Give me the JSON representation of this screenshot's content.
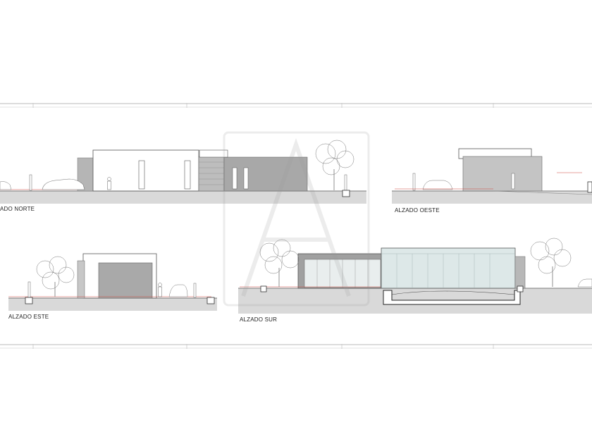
{
  "elevations": {
    "norte": {
      "label": "ADO NORTE"
    },
    "oeste": {
      "label": "ALZADO OESTE"
    },
    "este": {
      "label": "ALZADO ESTE"
    },
    "sur": {
      "label": "ALZADO SUR"
    }
  },
  "watermark": {
    "icon": "letter-a-logo-watermark"
  },
  "colors": {
    "frame_line": "#c8c8c8",
    "ground": "#d9d9d9",
    "wall_dark": "#9b9b9b",
    "wall_mid": "#bcbcbc",
    "glass": "#dde8e8",
    "level_marker": "#d0453a"
  }
}
